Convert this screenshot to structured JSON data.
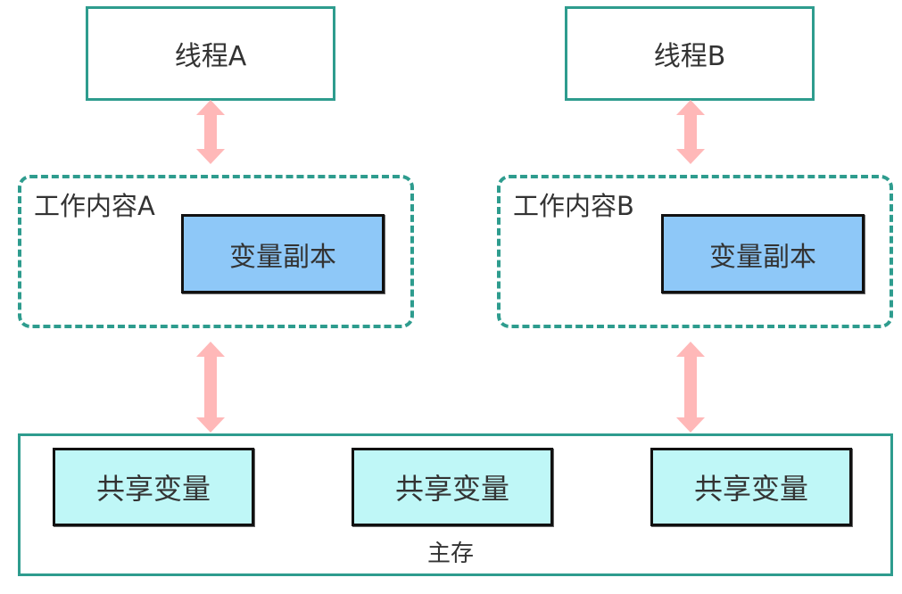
{
  "threads": [
    {
      "label": "线程A"
    },
    {
      "label": "线程B"
    }
  ],
  "work_areas": [
    {
      "label": "工作内容A",
      "copy_label": "变量副本"
    },
    {
      "label": "工作内容B",
      "copy_label": "变量副本"
    }
  ],
  "main_memory": {
    "label": "主存",
    "shared_vars": [
      "共享变量",
      "共享变量",
      "共享变量"
    ]
  },
  "colors": {
    "border_teal": "#2e9c8e",
    "copy_fill": "#8ec8f8",
    "shared_fill": "#bff7f7",
    "arrow_fill": "#ffb8b8"
  }
}
